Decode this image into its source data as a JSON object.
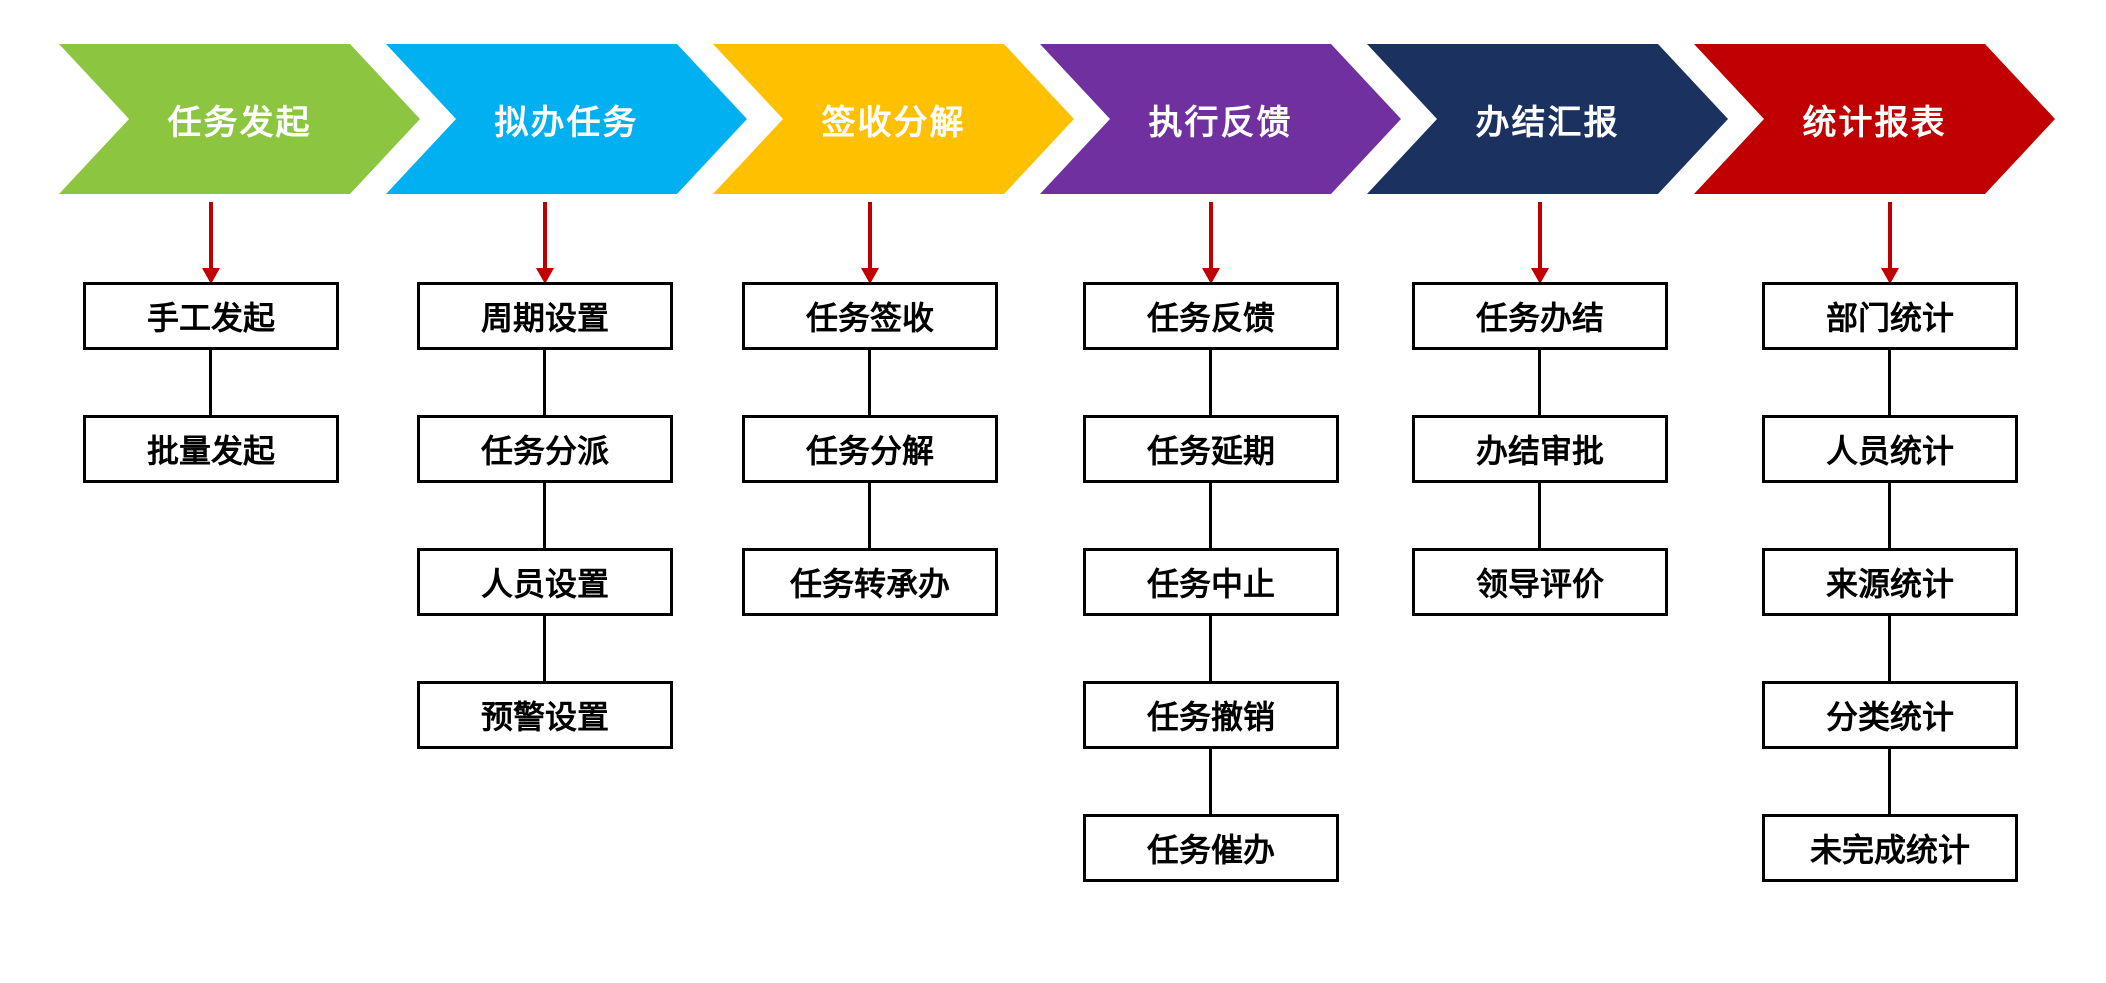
{
  "diagram": {
    "arrow_color": "#C00000",
    "connector_color": "#000000",
    "header_text_color": "#FFFFFF",
    "box": {
      "border_color": "#000000",
      "text_color": "#000000",
      "background": "#FFFFFF"
    },
    "columns": [
      {
        "header": {
          "label": "任务发起",
          "color": "#8CC540"
        },
        "items": [
          "手工发起",
          "批量发起"
        ]
      },
      {
        "header": {
          "label": "拟办任务",
          "color": "#00B0F0"
        },
        "items": [
          "周期设置",
          "任务分派",
          "人员设置",
          "预警设置"
        ]
      },
      {
        "header": {
          "label": "签收分解",
          "color": "#FFC000"
        },
        "items": [
          "任务签收",
          "任务分解",
          "任务转承办"
        ]
      },
      {
        "header": {
          "label": "执行反馈",
          "color": "#7030A0"
        },
        "items": [
          "任务反馈",
          "任务延期",
          "任务中止",
          "任务撤销",
          "任务催办"
        ]
      },
      {
        "header": {
          "label": "办结汇报",
          "color": "#1B3160"
        },
        "items": [
          "任务办结",
          "办结审批",
          "领导评价"
        ]
      },
      {
        "header": {
          "label": "统计报表",
          "color": "#C00000"
        },
        "items": [
          "部门统计",
          "人员统计",
          "来源统计",
          "分类统计",
          "未完成统计"
        ]
      }
    ]
  }
}
